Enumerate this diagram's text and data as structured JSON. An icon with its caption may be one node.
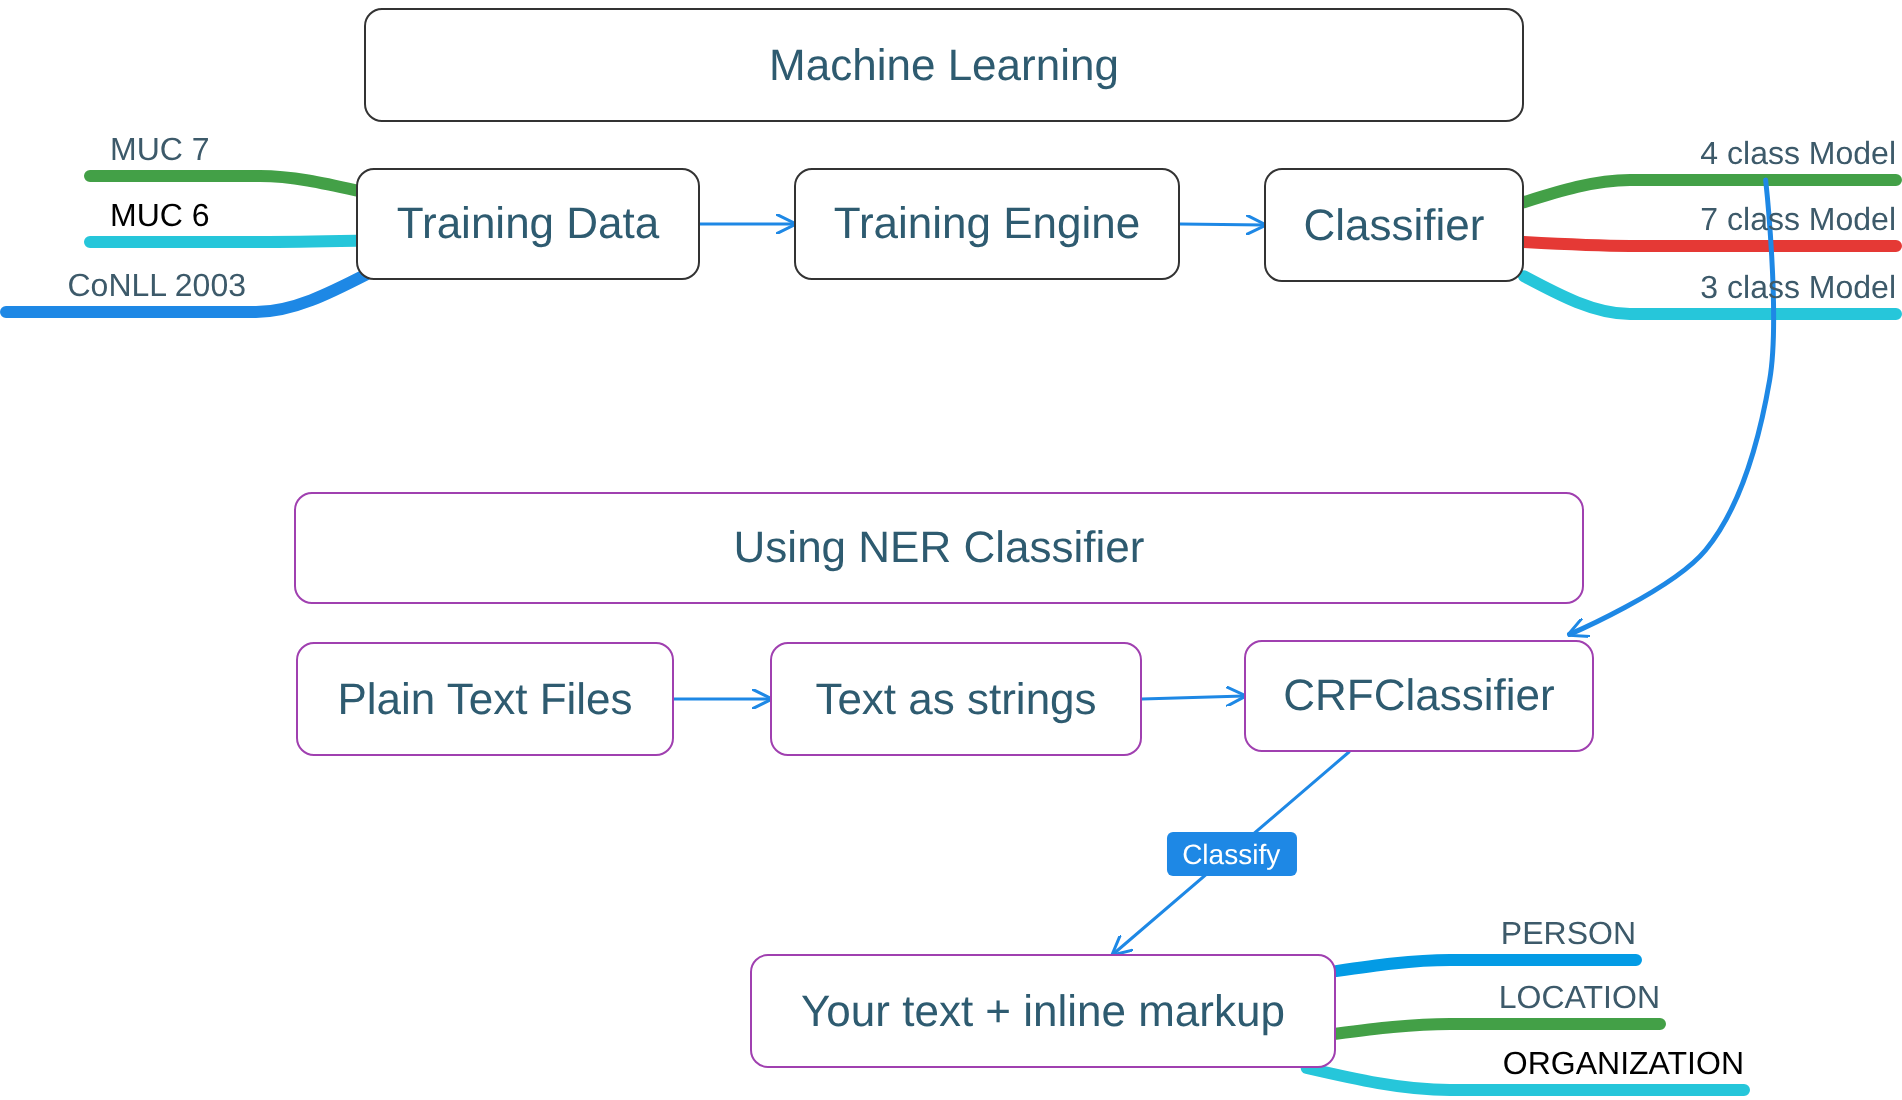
{
  "diagram": {
    "nodes": [
      {
        "text": [
          "Machine Learning"
        ]
      },
      {
        "text": [
          "MUC 7"
        ]
      },
      {
        "text": [
          "MUC 6"
        ]
      },
      {
        "text": [
          "CoNLL 2003"
        ]
      },
      {
        "text": [
          "Training Data"
        ]
      },
      {
        "text": [
          "Training Engine"
        ]
      },
      {
        "text": [
          "Classifier"
        ]
      },
      {
        "text": [
          "4 class Model"
        ]
      },
      {
        "text": [
          "7 class Model"
        ]
      },
      {
        "text": [
          "3 class Model"
        ]
      },
      {
        "text": [
          "Using NER Classifier"
        ]
      },
      {
        "text": [
          "Plain Text Files"
        ]
      },
      {
        "text": [
          "Text as strings"
        ]
      },
      {
        "text": [
          "CRFClassifier"
        ]
      },
      {
        "text": [
          "Your text + inline markup"
        ]
      },
      {
        "text": [
          "PERSON"
        ]
      },
      {
        "text": [
          "LOCATION"
        ]
      },
      {
        "text": [
          "ORGANIZATION"
        ]
      }
    ],
    "edges": [
      {
        "from": 1,
        "to": 4,
        "arrow": "none",
        "color": "#43a047"
      },
      {
        "from": 2,
        "to": 4,
        "arrow": "none",
        "color": "#26c6da"
      },
      {
        "from": 3,
        "to": 4,
        "arrow": "none",
        "color": "#1e88e5"
      },
      {
        "from": 4,
        "to": 5,
        "arrow": "to"
      },
      {
        "from": 5,
        "to": 6,
        "arrow": "to"
      },
      {
        "from": 6,
        "to": 7,
        "arrow": "none",
        "color": "#43a047"
      },
      {
        "from": 6,
        "to": 8,
        "arrow": "none",
        "color": "#e53935"
      },
      {
        "from": 6,
        "to": 9,
        "arrow": "none",
        "color": "#26c6da"
      },
      {
        "from": 7,
        "to": 13,
        "arrow": "to"
      },
      {
        "from": 11,
        "to": 12,
        "arrow": "to"
      },
      {
        "from": 12,
        "to": 13,
        "arrow": "to"
      },
      {
        "from": 13,
        "to": 14,
        "arrow": "to",
        "label": "Classify"
      },
      {
        "from": 14,
        "to": 15,
        "arrow": "none",
        "color": "#039be5"
      },
      {
        "from": 14,
        "to": 16,
        "arrow": "none",
        "color": "#43a047"
      },
      {
        "from": 14,
        "to": 17,
        "arrow": "none",
        "color": "#26c6da"
      }
    ]
  }
}
